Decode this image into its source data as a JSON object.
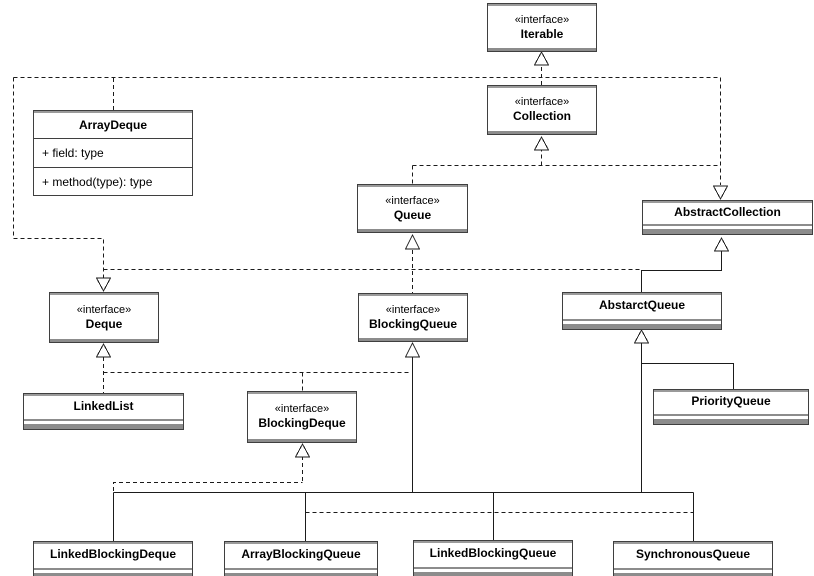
{
  "nodes": {
    "iterable": {
      "stereotype": "«interface»",
      "name": "Iterable"
    },
    "collection": {
      "stereotype": "«interface»",
      "name": "Collection"
    },
    "queue": {
      "stereotype": "«interface»",
      "name": "Queue"
    },
    "blockingQueue": {
      "stereotype": "«interface»",
      "name": "BlockingQueue"
    },
    "deque": {
      "stereotype": "«interface»",
      "name": "Deque"
    },
    "blockingDeque": {
      "stereotype": "«interface»",
      "name": "BlockingDeque"
    },
    "arrayDeque": {
      "name": "ArrayDeque",
      "field": "+ field: type",
      "method": "+ method(type): type"
    },
    "abstractCollection": {
      "name": "AbstractCollection"
    },
    "abstarctQueue": {
      "name": "AbstarctQueue"
    },
    "priorityQueue": {
      "name": "PriorityQueue"
    },
    "linkedList": {
      "name": "LinkedList"
    },
    "linkedBlockingDeque": {
      "name": "LinkedBlockingDeque"
    },
    "arrayBlockingQueue": {
      "name": "ArrayBlockingQueue"
    },
    "linkedBlockingQueue": {
      "name": "LinkedBlockingQueue"
    },
    "synchronousQueue": {
      "name": "SynchronousQueue"
    }
  },
  "colors": {
    "background": "#ffffff",
    "line": "#1b1b1b",
    "box_border": "#3f3f3f",
    "box_accent": "#8c8c8c"
  }
}
